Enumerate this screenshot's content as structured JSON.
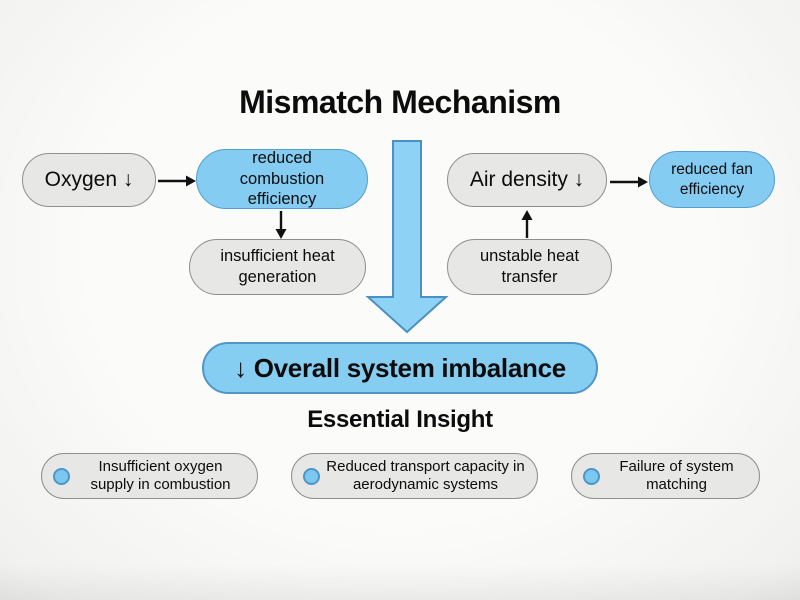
{
  "title": "Mismatch Mechanism",
  "colors": {
    "accent_blue_fill": "#84ccf1",
    "accent_blue_border": "#4e97c8",
    "big_arrow_fill": "#8ed2f5",
    "big_arrow_stroke": "#4b90c2",
    "node_gray_fill": "#e7e7e5",
    "node_gray_border": "#8f8f8f",
    "arrow_black": "#111111",
    "text": "#0c0c0c"
  },
  "flow": {
    "left": {
      "source_label": "Oxygen ↓",
      "effect_label": "reduced combustion efficiency",
      "result_label": "insufficient heat generation"
    },
    "right": {
      "source_label": "Air density ↓",
      "effect_label": "reduced fan efficiency",
      "cause_label": "unstable heat transfer"
    }
  },
  "banner": {
    "label": "↓ Overall system imbalance"
  },
  "insight": {
    "heading": "Essential Insight",
    "items": [
      {
        "label": "Insufficient oxygen supply in combustion"
      },
      {
        "label": "Reduced transport capacity in aerodynamic systems"
      },
      {
        "label": "Failure of system matching"
      }
    ]
  }
}
